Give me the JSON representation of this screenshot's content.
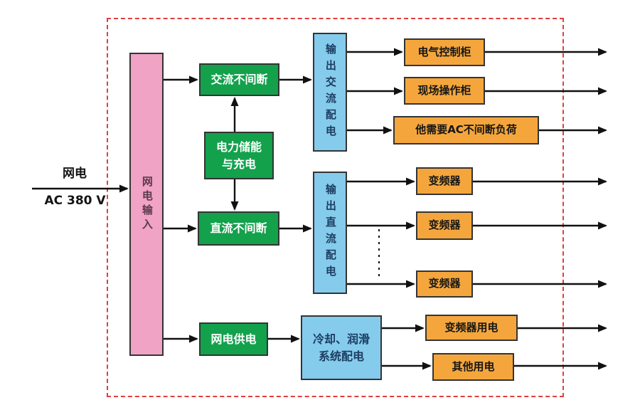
{
  "source_feed": {
    "name_label": "网电",
    "voltage_label": "AC 380 V"
  },
  "nodes": {
    "grid_input": {
      "label": "网电输入"
    },
    "ac_ups": {
      "label": "交流不间断"
    },
    "storage": {
      "line1": "电力储能",
      "line2": "与充电"
    },
    "dc_ups": {
      "label": "直流不间断"
    },
    "grid_supply": {
      "label": "网电供电"
    },
    "ac_dist": {
      "label": "输出交流配电"
    },
    "dc_dist": {
      "label": "输出直流配电"
    },
    "cooling": {
      "line1": "冷却、润滑",
      "line2": "系统配电"
    },
    "elec_cabinet": {
      "label": "电气控制柜"
    },
    "field_cabinet": {
      "label": "现场操作柜"
    },
    "other_ac_loads": {
      "label": "他需要AC不间断负荷"
    },
    "vfd_1": {
      "label": "变频器"
    },
    "vfd_2": {
      "label": "变频器"
    },
    "vfd_3": {
      "label": "变频器"
    },
    "vfd_power": {
      "label": "变频器用电"
    },
    "other_power": {
      "label": "其他用电"
    }
  },
  "colors": {
    "grid_input_fill": "#f0a3c5",
    "ups_fill": "#13a14c",
    "dist_fill": "#85cbec",
    "load_fill": "#f4a63d",
    "boundary_dash": "#dd4040",
    "arrow": "#111111",
    "dist_text": "#1c3e62"
  }
}
